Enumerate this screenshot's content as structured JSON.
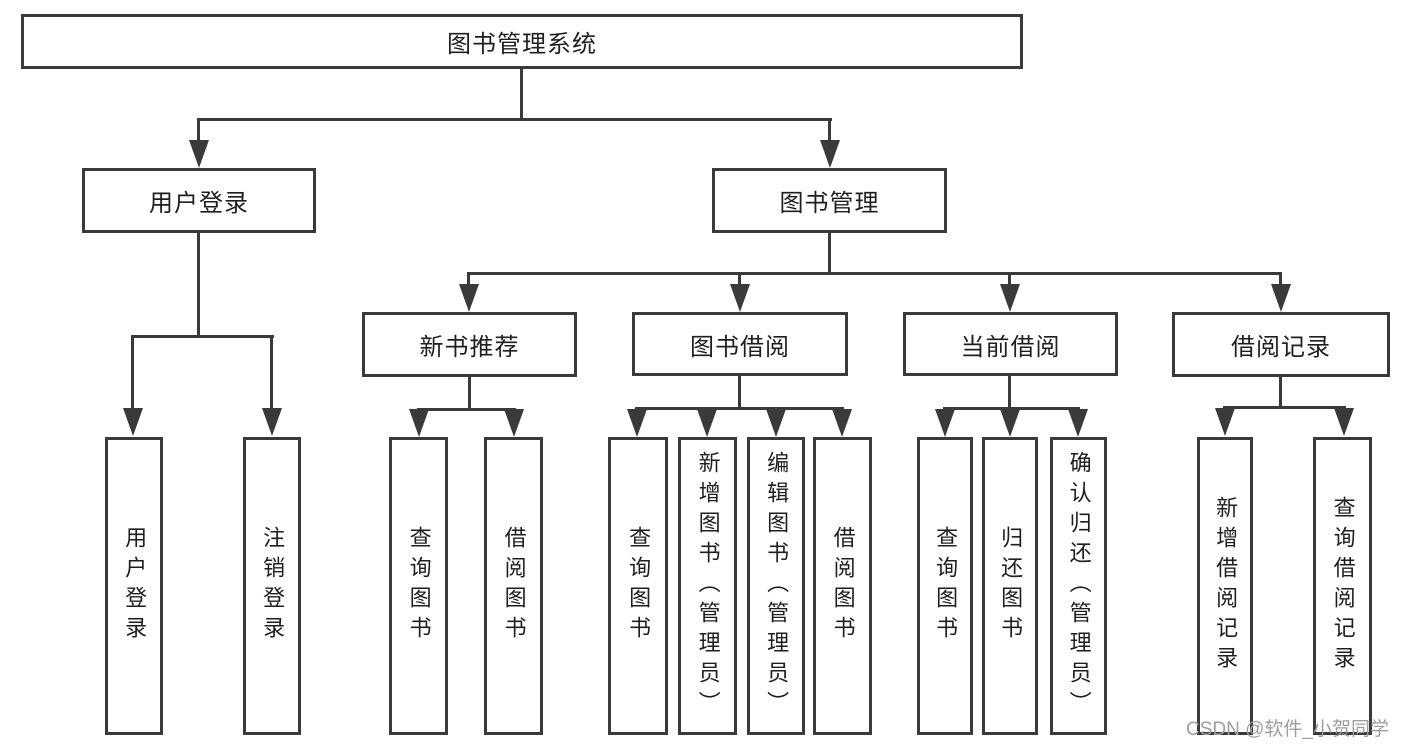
{
  "diagram": {
    "title": "图书管理系统",
    "children": [
      {
        "label": "用户登录",
        "leaves": [
          "用户登录",
          "注销登录"
        ]
      },
      {
        "label": "图书管理",
        "children": [
          {
            "label": "新书推荐",
            "leaves": [
              "查询图书",
              "借阅图书"
            ]
          },
          {
            "label": "图书借阅",
            "leaves": [
              "查询图书",
              "新增图书（管理员）",
              "编辑图书（管理员）",
              "借阅图书"
            ]
          },
          {
            "label": "当前借阅",
            "leaves": [
              "查询图书",
              "归还图书",
              "确认归还（管理员）"
            ]
          },
          {
            "label": "借阅记录",
            "leaves": [
              "新增借阅记录",
              "查询借阅记录"
            ]
          }
        ]
      }
    ]
  },
  "watermark": "CSDN @软件_小贺同学",
  "colors": {
    "line": "#3a3a3a",
    "text": "#1f1f1f",
    "watermark": "#9e9e9e",
    "background": "#ffffff"
  }
}
